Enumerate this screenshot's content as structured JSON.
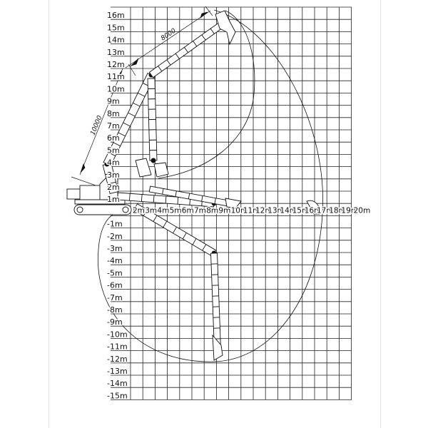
{
  "diagram": {
    "y_axis_labels": [
      "16m",
      "15m",
      "14m",
      "13m",
      "12m",
      "11m",
      "10m",
      "9m",
      "8m",
      "7m",
      "6m",
      "5m",
      "4m",
      "3m",
      "2m",
      "1m",
      "",
      "-1m",
      "-2m",
      "-3m",
      "-4m",
      "-5m",
      "-6m",
      "-7m",
      "-8m",
      "-9m",
      "-10m",
      "-11m",
      "-12m",
      "-13m",
      "-14m",
      "-15m"
    ],
    "x_axis_labels": [
      "2m",
      "3m",
      "4m",
      "5m",
      "6m",
      "7m",
      "8m",
      "9m",
      "10m",
      "11m",
      "12m",
      "13m",
      "14m",
      "15m",
      "16m",
      "17m",
      "18m",
      "19m",
      "20m"
    ],
    "dimensions": {
      "arm_length": "8000",
      "boom_length": "10000"
    },
    "line_color": "#111111",
    "grid_color": "#222222"
  }
}
